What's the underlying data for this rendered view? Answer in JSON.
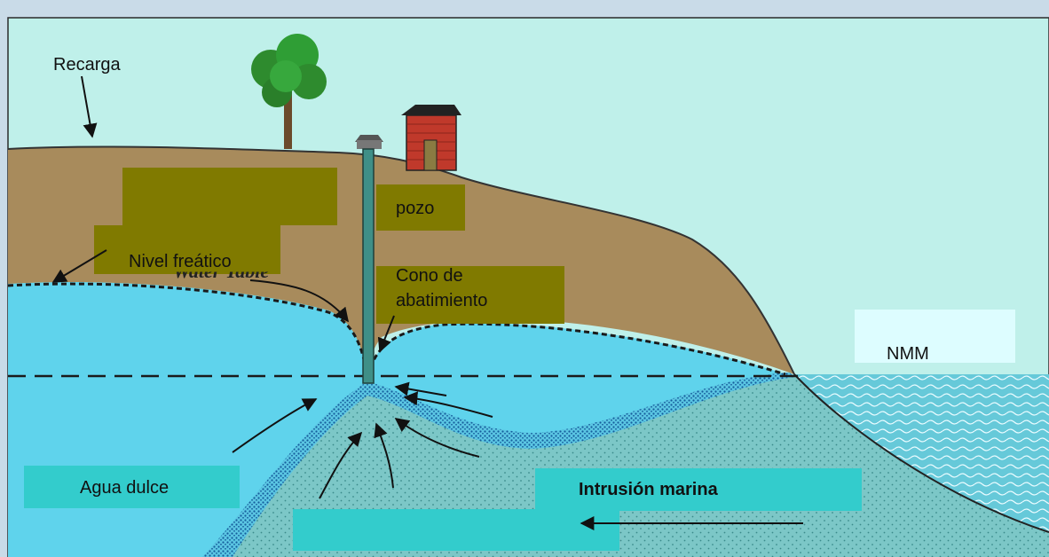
{
  "diagram": {
    "labels": {
      "recarga": "Recarga",
      "pozo": "pozo",
      "nivel_freatico": "Nivel freático",
      "cono_line1": "Cono de",
      "cono_line2": "abatimiento",
      "nmm": "NMM",
      "agua_dulce": "Agua dulce",
      "intrusion_marina": "Intrusión marina",
      "water_table_residual": "Water Table"
    },
    "colors": {
      "sky": "#bff0ea",
      "land": "#a88b5c",
      "fresh_water": "#5fd3ec",
      "sea": "#64c7d8",
      "salt_zone": "#7cc7c7",
      "label_olive": "#807a00",
      "label_teal": "#33cccc",
      "label_pale": "#ddfdff",
      "well": "#3f8f87",
      "brick": "#c0392b",
      "tree": "#2e8b2e"
    }
  }
}
